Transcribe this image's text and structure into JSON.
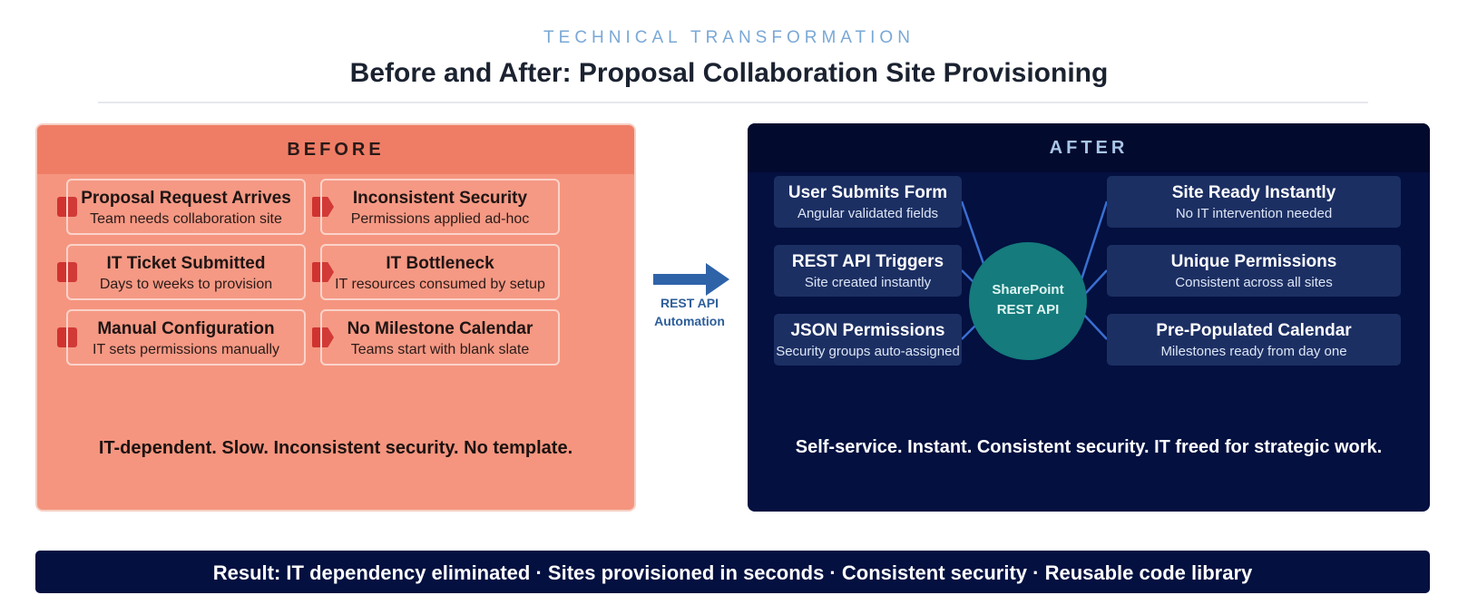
{
  "header": {
    "eyebrow": "TECHNICAL TRANSFORMATION",
    "title": "Before and After: Proposal Collaboration Site Provisioning"
  },
  "before": {
    "label": "BEFORE",
    "steps": [
      {
        "title": "Proposal Request Arrives",
        "subtitle": "Team needs collaboration site"
      },
      {
        "title": "IT Ticket Submitted",
        "subtitle": "Days to weeks to provision"
      },
      {
        "title": "Manual Configuration",
        "subtitle": "IT sets permissions manually"
      }
    ],
    "problems": [
      {
        "title": "Inconsistent Security",
        "subtitle": "Permissions applied ad-hoc"
      },
      {
        "title": "IT Bottleneck",
        "subtitle": "IT resources consumed by setup"
      },
      {
        "title": "No Milestone Calendar",
        "subtitle": "Teams start with blank slate"
      }
    ],
    "summary": "IT-dependent. Slow. Inconsistent security. No template."
  },
  "transition": {
    "line1": "REST API",
    "line2": "Automation"
  },
  "after": {
    "label": "AFTER",
    "inputs": [
      {
        "title": "User Submits Form",
        "subtitle": "Angular validated fields"
      },
      {
        "title": "REST API Triggers",
        "subtitle": "Site created instantly"
      },
      {
        "title": "JSON Permissions",
        "subtitle": "Security groups auto-assigned"
      }
    ],
    "hub": {
      "line1": "SharePoint",
      "line2": "REST API"
    },
    "outputs": [
      {
        "title": "Site Ready Instantly",
        "subtitle": "No IT intervention needed"
      },
      {
        "title": "Unique Permissions",
        "subtitle": "Consistent across all sites"
      },
      {
        "title": "Pre-Populated Calendar",
        "subtitle": "Milestones ready from day one"
      }
    ],
    "summary": "Self-service. Instant. Consistent security. IT freed for strategic work."
  },
  "result": "Result: IT dependency eliminated · Sites provisioned in seconds · Consistent security · Reusable code library",
  "colors": {
    "before_bg": "#f5957f",
    "before_header": "#ef7d66",
    "marker_red": "#d0322f",
    "after_bg": "#031040",
    "after_card": "#1c2f63",
    "hub_teal": "#157b7c",
    "arrow_blue": "#2f63a8",
    "eyebrow_blue": "#7aa8d6"
  }
}
